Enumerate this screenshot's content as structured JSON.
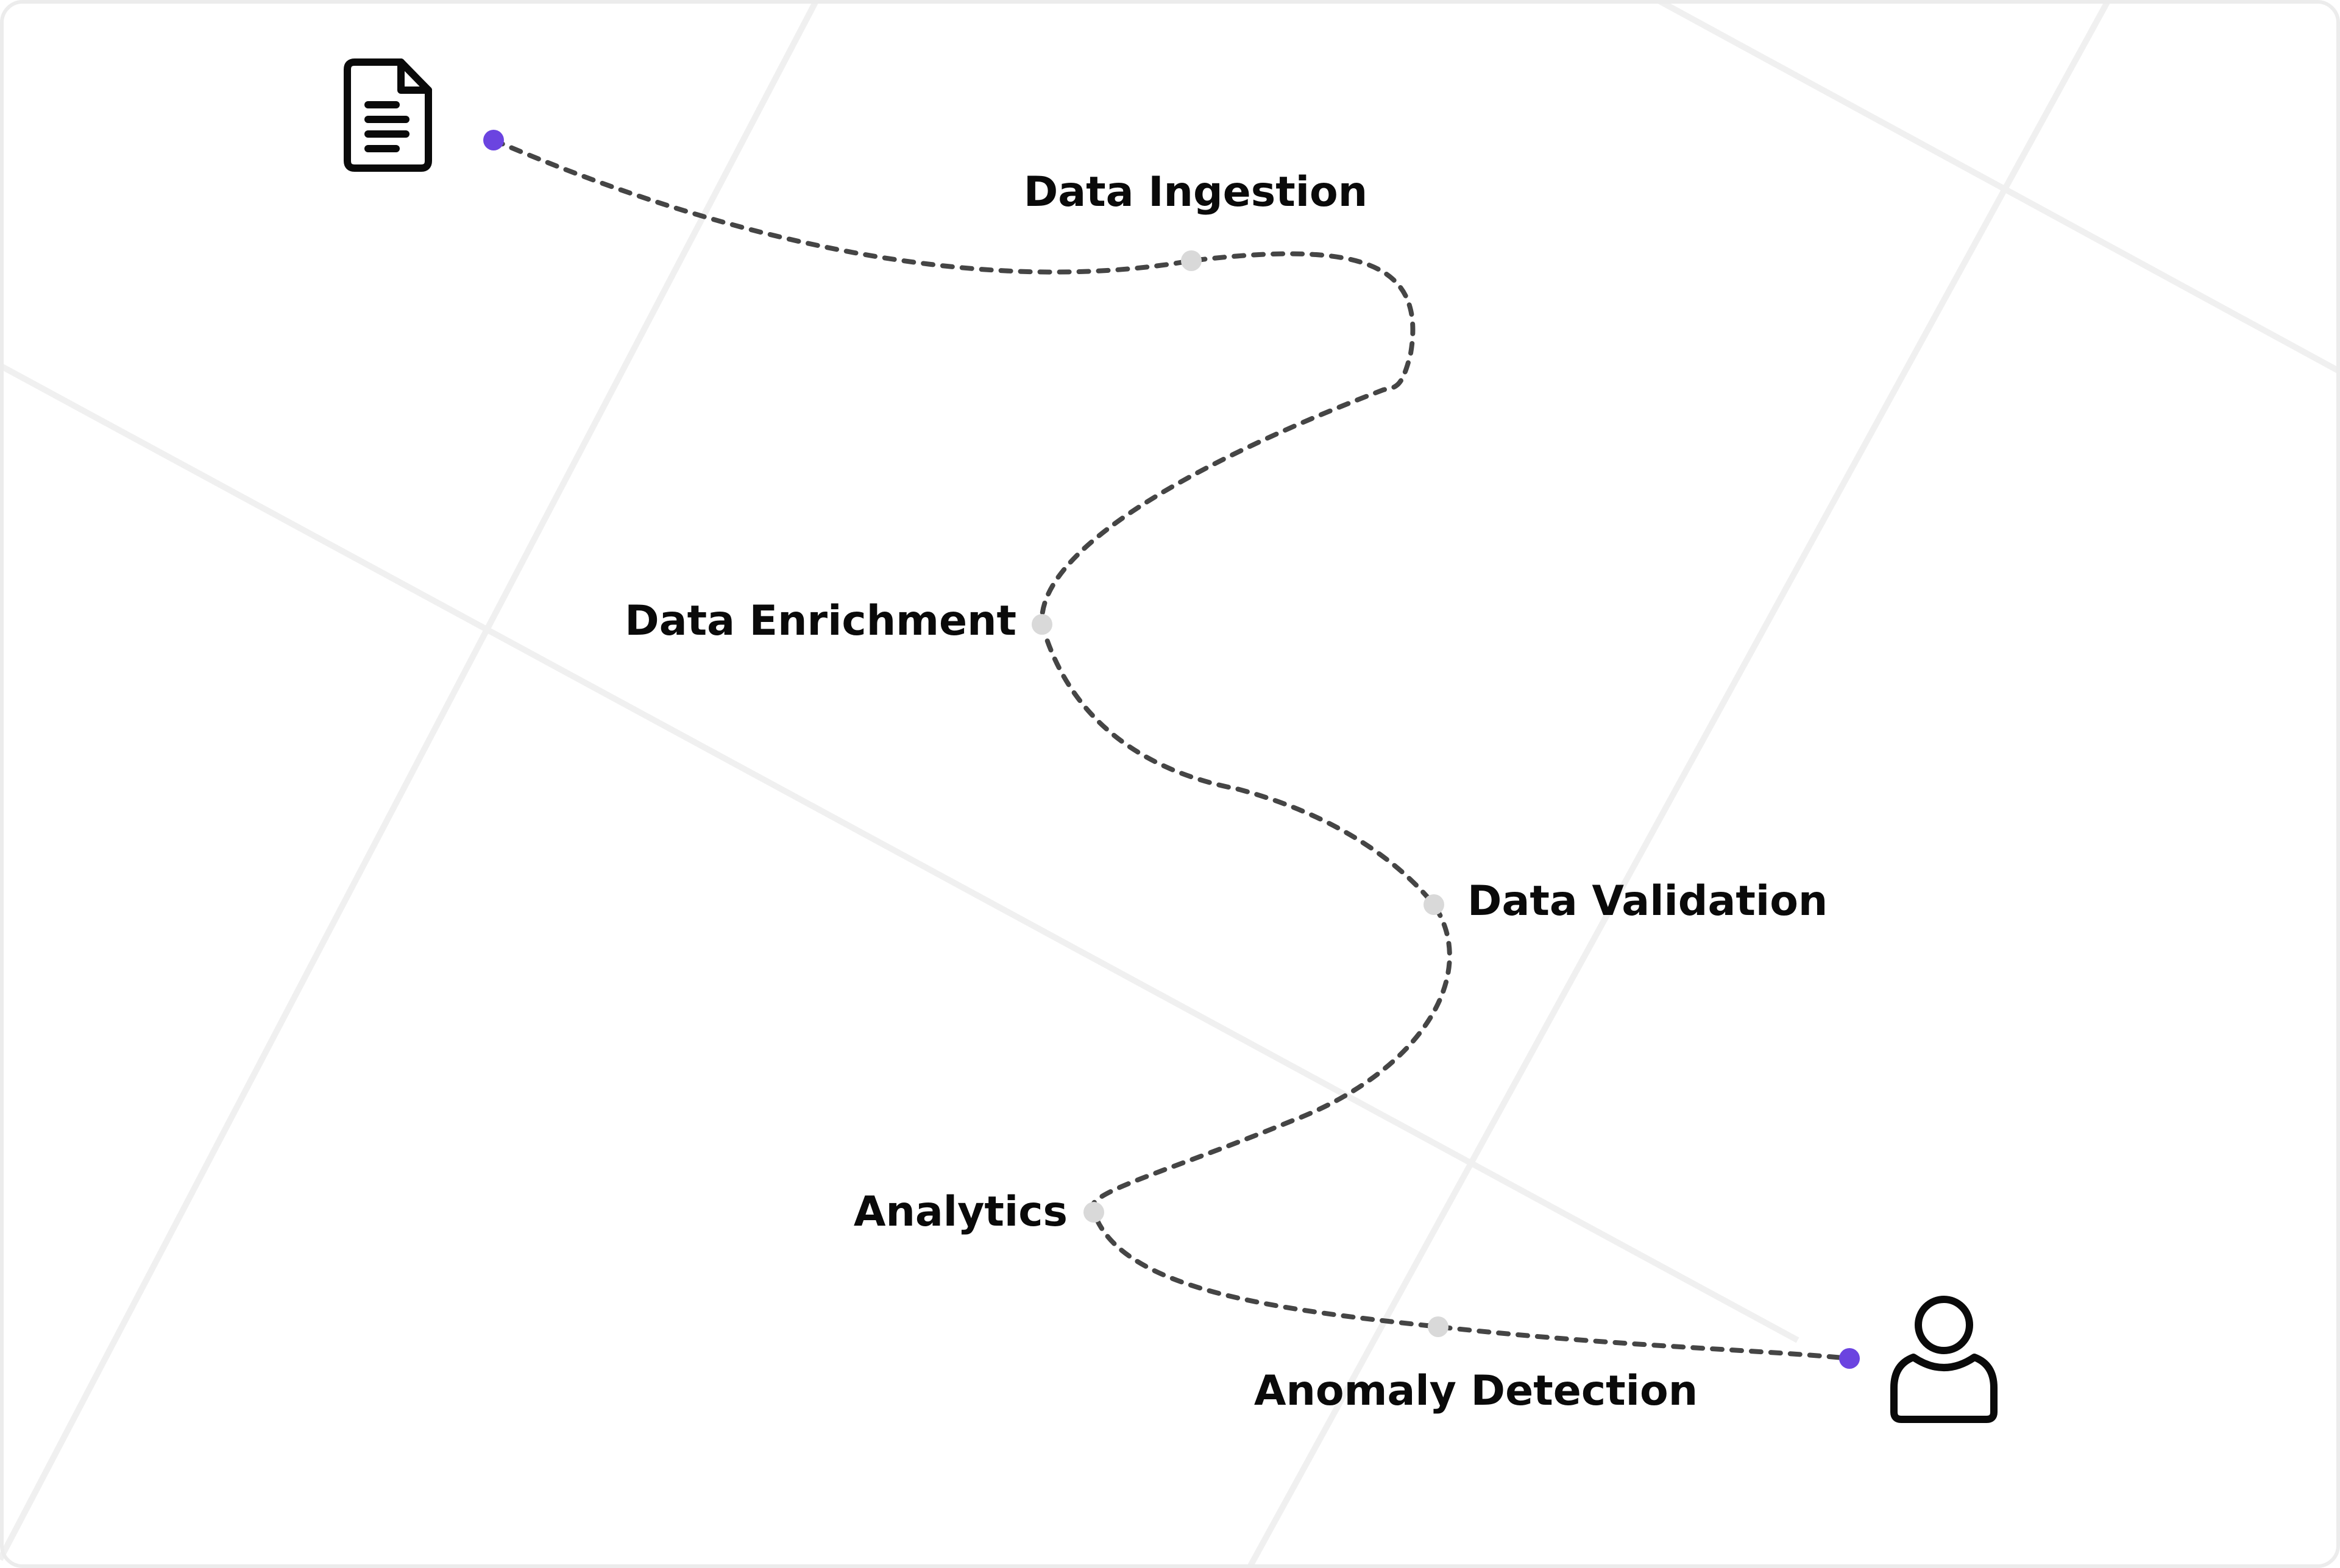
{
  "colors": {
    "background": "#ffffff",
    "grid_line": "#f0f0f0",
    "frame_border": "#ececec",
    "path_stroke": "#454545",
    "endpoint_dot": "#6b44e0",
    "waypoint_dot": "#d9d9d9",
    "label_text": "#0a0a0a",
    "icon_stroke": "#0a0a0a"
  },
  "icons": {
    "source": "document-icon",
    "destination": "user-icon"
  },
  "stages": [
    {
      "id": "ingestion",
      "label": "Data Ingestion"
    },
    {
      "id": "enrichment",
      "label": "Data Enrichment"
    },
    {
      "id": "validation",
      "label": "Data Validation"
    },
    {
      "id": "analytics",
      "label": "Analytics"
    },
    {
      "id": "anomaly",
      "label": "Anomaly Detection"
    }
  ]
}
